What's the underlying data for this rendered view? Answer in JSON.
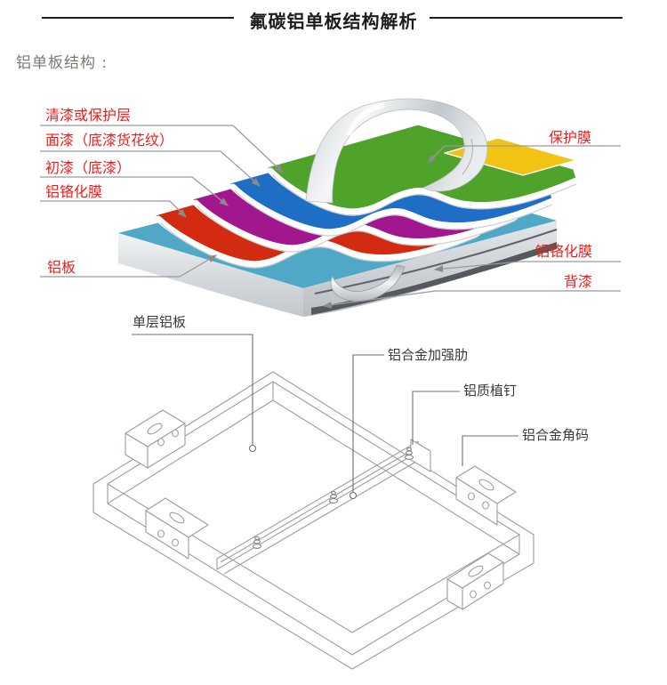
{
  "header": {
    "title": "氟碳铝单板结构解析",
    "section_label": "铝单板结构 :"
  },
  "colors": {
    "label_red": "#ee1d1b",
    "title_color": "#1c1c1c",
    "subtitle_gray": "#7d7a74",
    "frame_label_dark": "#3a3a3a",
    "leader_gray": "#9b9b9b",
    "frame_line_gray": "#999ea1",
    "layer_green": "#4fa32b",
    "layer_blue": "#1e6ec6",
    "layer_magenta": "#a1188e",
    "layer_red": "#d32b12",
    "layer_cyan": "#4fa8c6",
    "layer_yellow": "#f2c312",
    "plate_silver_light": "#eef0f2",
    "plate_silver_dark": "#b9bec3",
    "backpaint_dark": "#55585c"
  },
  "layer_diagram": {
    "labels_left": [
      "清漆或保护层",
      "面漆（底漆货花纹）",
      "初漆（底漆）",
      "铝铬化膜",
      "铝板"
    ],
    "labels_right": [
      "保护膜",
      "铝铬化膜",
      "背漆"
    ]
  },
  "frame_diagram": {
    "labels": [
      "单层铝板",
      "铝合金加强肋",
      "铝质植钉",
      "铝合金角码"
    ]
  }
}
